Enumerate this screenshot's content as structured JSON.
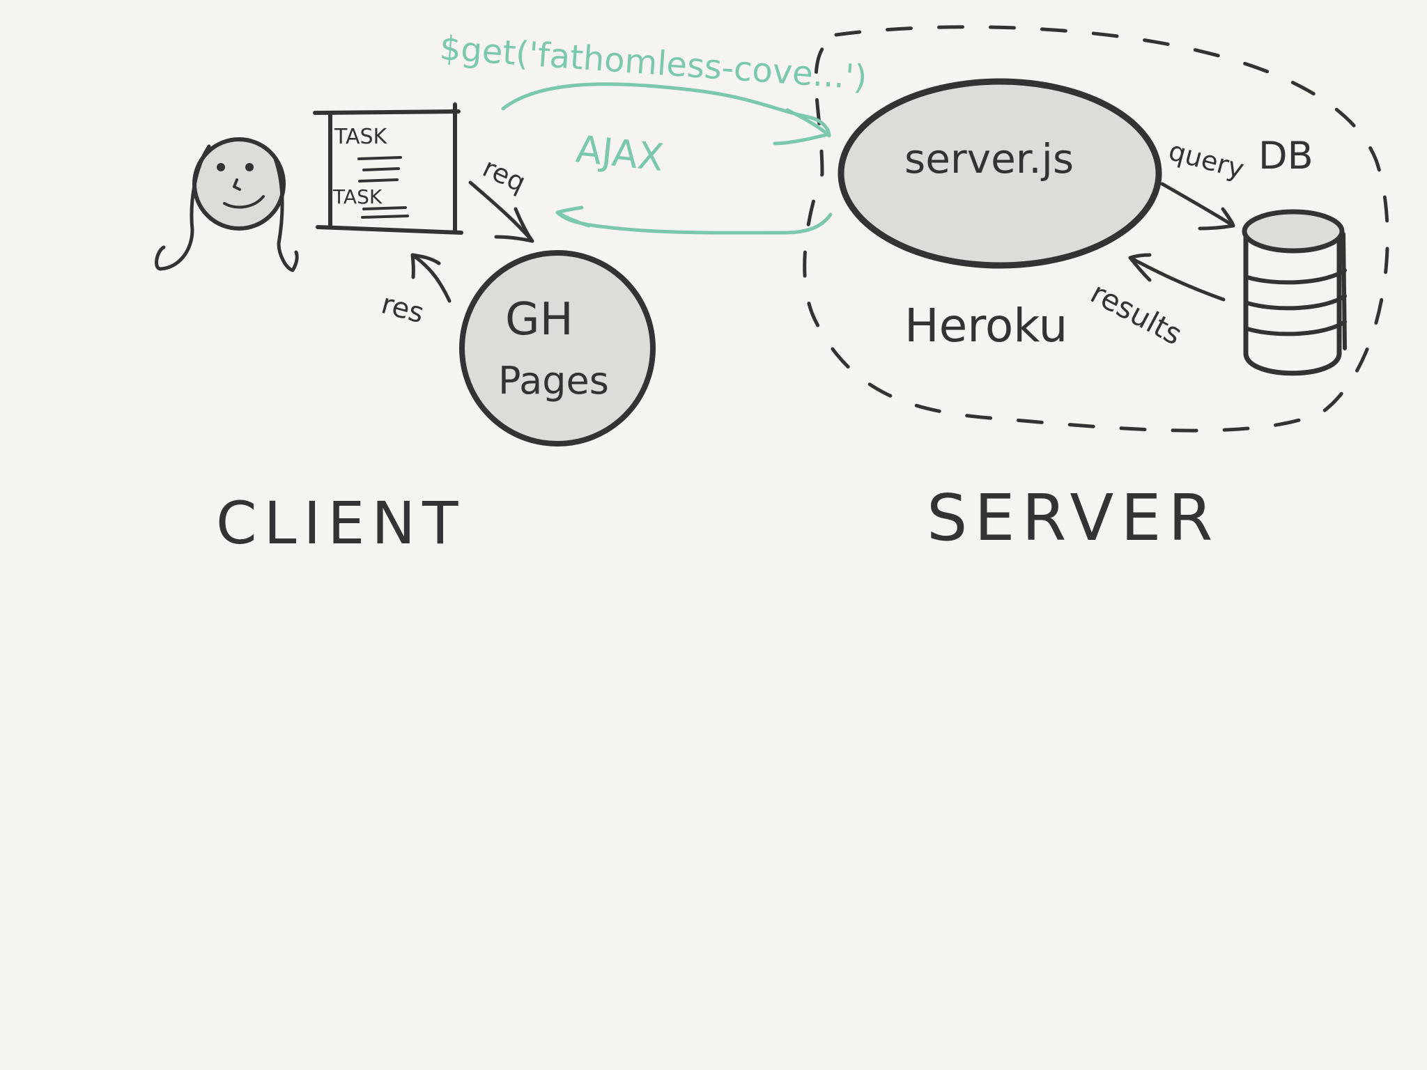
{
  "colors": {
    "background": "#f5f4f0",
    "ink": "#333333",
    "accent": "#7bc8ad",
    "node_fill": "#dedcd8"
  },
  "client": {
    "section_label": "CLIENT",
    "user_icon": "person-icon",
    "task_list": {
      "items": [
        "TASK",
        "TASK"
      ]
    },
    "gh_pages": {
      "line1": "GH",
      "line2": "Pages"
    },
    "req_label": "req",
    "res_label": "res"
  },
  "ajax": {
    "call_label": "$get('fathomless-cove...')",
    "label": "AJAX"
  },
  "server": {
    "section_label": "SERVER",
    "host_label": "Heroku",
    "node_label": "server.js",
    "db_label": "DB",
    "db_icon": "database-icon",
    "query_label": "query",
    "results_label": "results"
  }
}
